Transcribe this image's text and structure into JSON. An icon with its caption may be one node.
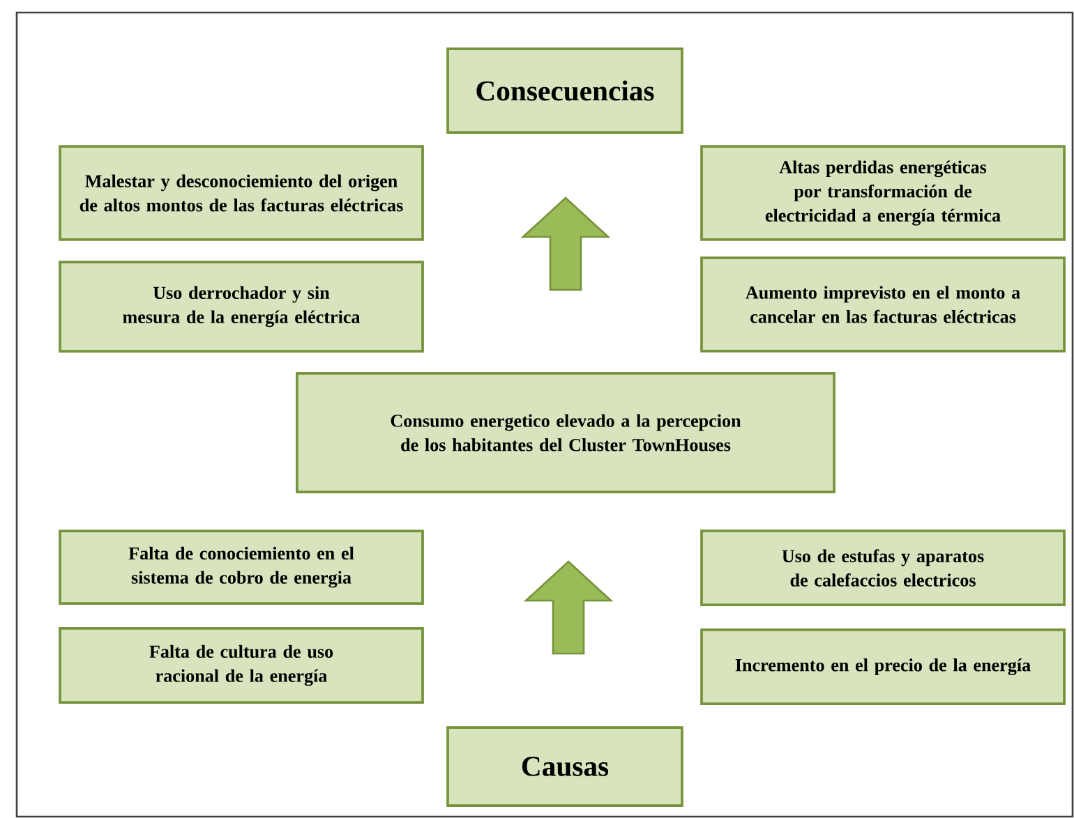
{
  "diagram": {
    "nodes": [
      {
        "text": [
          "Consecuencias"
        ]
      },
      {
        "text": [
          "Malestar y desconociemiento del origen de altos montos de las facturas eléctricas"
        ]
      },
      {
        "text": [],
        "shape": "arrow"
      },
      {
        "text": [
          "Altas perdidas energéticas por transformación de electricidad a energía térmica"
        ]
      },
      {
        "text": [
          "Uso derrochador y sin mesura de la energía eléctrica"
        ]
      },
      {
        "text": [
          "Aumento imprevisto en el monto a cancelar en las facturas eléctricas"
        ]
      },
      {
        "text": [
          "Consumo energetico  elevado a la percepcion de los habitantes del Cluster TownHouses"
        ]
      },
      {
        "text": [
          "Falta de conociemiento en el sistema de cobro de energia"
        ]
      },
      {
        "text": [],
        "shape": "arrow"
      },
      {
        "text": [
          "Uso de estufas y aparatos de calefaccios electricos"
        ]
      },
      {
        "text": [
          "Falta de cultura de uso racional de la energía"
        ]
      },
      {
        "text": [
          "Incremento en el precio de la energía"
        ]
      },
      {
        "text": [
          "Causas"
        ]
      }
    ]
  }
}
